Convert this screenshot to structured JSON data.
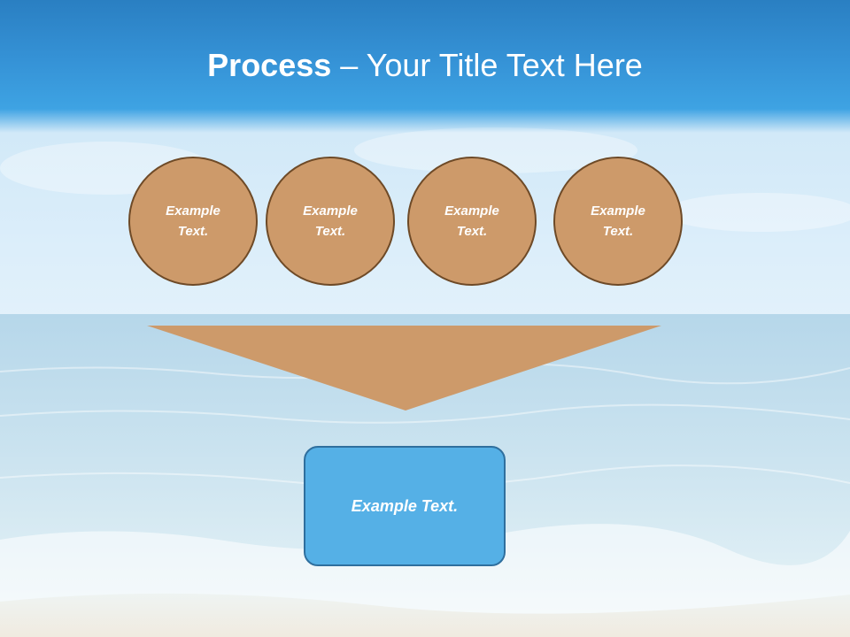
{
  "title": {
    "bold": "Process",
    "rest": " – Your Title Text Here"
  },
  "circles": [
    {
      "label": "Example Text."
    },
    {
      "label": "Example Text."
    },
    {
      "label": "Example Text."
    },
    {
      "label": "Example Text."
    }
  ],
  "result": {
    "label": "Example Text."
  },
  "colors": {
    "circle_fill": "#cd9a6a",
    "circle_border": "#6e4a27",
    "funnel_fill": "#cd9a6a",
    "box_fill": "#55b0e6",
    "box_border": "#2f6f9e",
    "title_bar": "#3592d6"
  }
}
